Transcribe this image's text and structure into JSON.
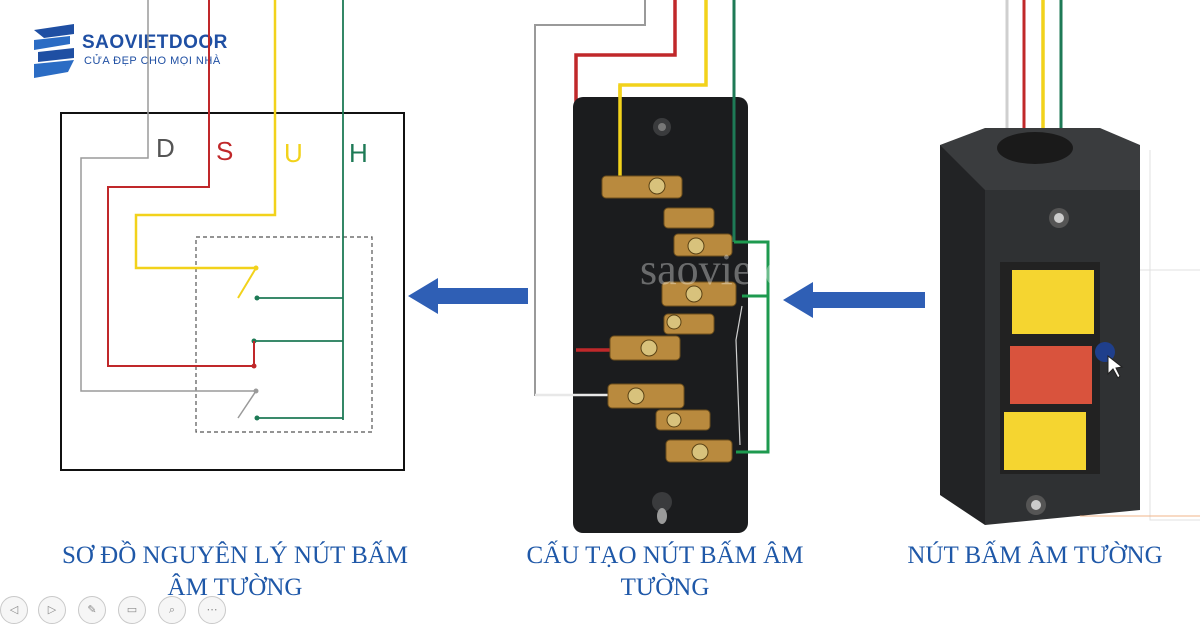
{
  "brand": {
    "name": "SAOVIETDOOR",
    "tagline": "CỬA ĐẸP CHO MỌI NHÀ",
    "color": "#1f4fa3"
  },
  "wire_labels": [
    {
      "text": "D",
      "color": "#555555"
    },
    {
      "text": "S",
      "color": "#c0282a"
    },
    {
      "text": "U",
      "color": "#f2d21b"
    },
    {
      "text": "H",
      "color": "#1e7a56"
    }
  ],
  "captions": {
    "left": "SƠ ĐỒ NGUYÊN LÝ NÚT BẤM ÂM TƯỜNG",
    "middle": "CẤU TẠO NÚT BẤM ÂM TƯỜNG",
    "right": "NÚT BẤM ÂM TƯỜNG"
  },
  "watermark": "saovietdoor",
  "colors": {
    "wire_white": "#9a9a9a",
    "wire_red": "#c0282a",
    "wire_yellow": "#f2d21b",
    "wire_green": "#1e7a56",
    "arrow": "#2f5fb5",
    "caption": "#1f58a8",
    "button_yellow": "#f5d530",
    "button_red": "#d9533d",
    "box_body": "#2b2d2f"
  },
  "controls": [
    {
      "icon": "prev-icon",
      "glyph": "◁"
    },
    {
      "icon": "play-icon",
      "glyph": "▷"
    },
    {
      "icon": "pen-icon",
      "glyph": "✎"
    },
    {
      "icon": "slides-icon",
      "glyph": "▭"
    },
    {
      "icon": "zoom-icon",
      "glyph": "⌕"
    },
    {
      "icon": "more-icon",
      "glyph": "⋯"
    }
  ]
}
